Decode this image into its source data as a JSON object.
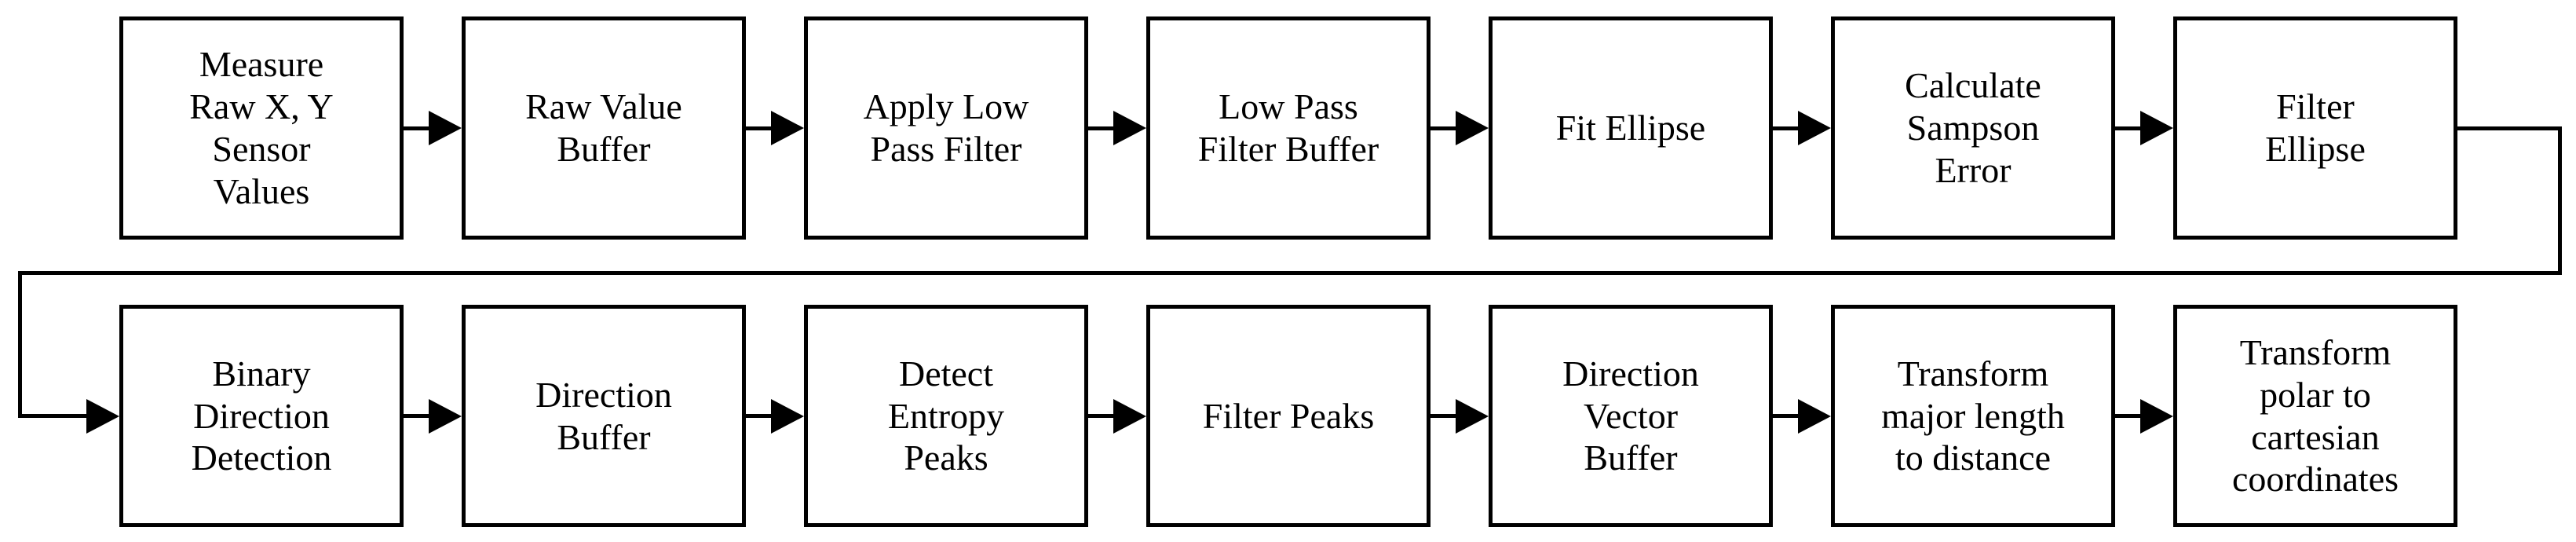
{
  "flowchart": {
    "colors": {
      "line": "#000000",
      "background": "#ffffff"
    },
    "row1": [
      {
        "label": "Measure\nRaw X, Y\nSensor\nValues"
      },
      {
        "label": "Raw Value\nBuffer"
      },
      {
        "label": "Apply Low\nPass Filter"
      },
      {
        "label": "Low Pass\nFilter Buffer"
      },
      {
        "label": "Fit Ellipse"
      },
      {
        "label": "Calculate\nSampson\nError"
      },
      {
        "label": "Filter\nEllipse"
      }
    ],
    "row2": [
      {
        "label": "Binary\nDirection\nDetection"
      },
      {
        "label": "Direction\nBuffer"
      },
      {
        "label": "Detect\nEntropy\nPeaks"
      },
      {
        "label": "Filter Peaks"
      },
      {
        "label": "Direction\nVector\nBuffer"
      },
      {
        "label": "Transform\nmajor length\nto distance"
      },
      {
        "label": "Transform\npolar to\ncartesian\ncoordinates"
      }
    ]
  }
}
